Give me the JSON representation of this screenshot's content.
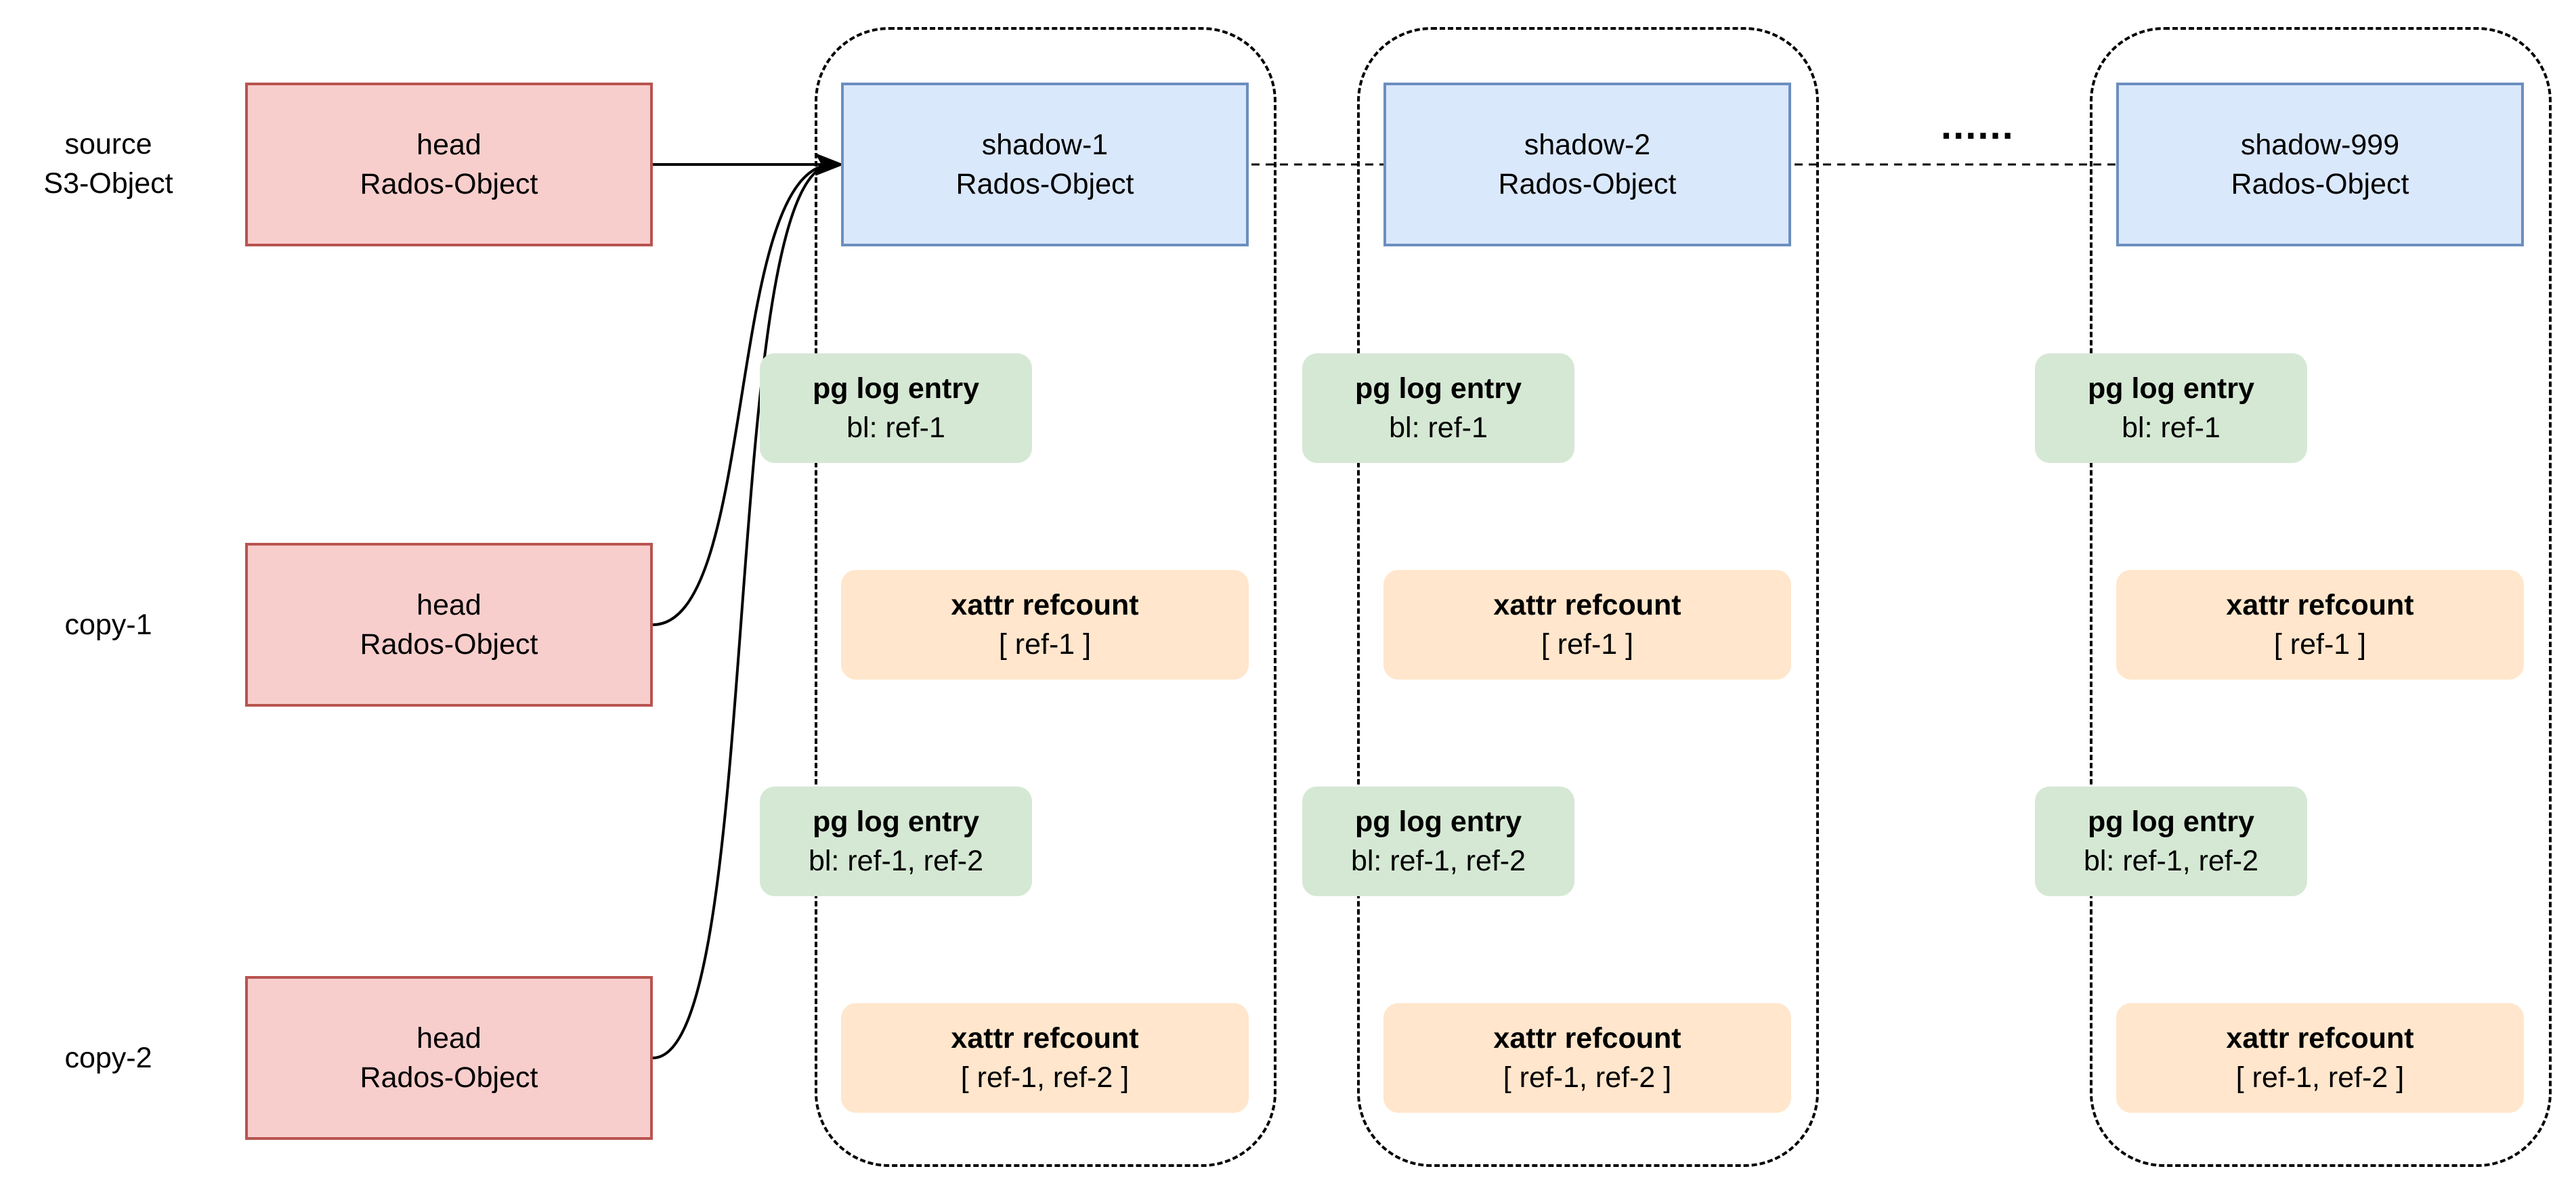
{
  "rows": {
    "source": {
      "label": "source\nS3-Object"
    },
    "copy1": {
      "label": "copy-1"
    },
    "copy2": {
      "label": "copy-2"
    }
  },
  "heads": [
    {
      "line1": "head",
      "line2": "Rados-Object"
    },
    {
      "line1": "head",
      "line2": "Rados-Object"
    },
    {
      "line1": "head",
      "line2": "Rados-Object"
    }
  ],
  "shadows": [
    {
      "line1": "shadow-1",
      "line2": "Rados-Object",
      "pglog1": {
        "title": "pg log entry",
        "value": "bl: ref-1"
      },
      "xattr1": {
        "title": "xattr refcount",
        "value": "[ ref-1 ]"
      },
      "pglog2": {
        "title": "pg log entry",
        "value": "bl: ref-1, ref-2"
      },
      "xattr2": {
        "title": "xattr refcount",
        "value": "[ ref-1, ref-2 ]"
      }
    },
    {
      "line1": "shadow-2",
      "line2": "Rados-Object",
      "pglog1": {
        "title": "pg log entry",
        "value": "bl: ref-1"
      },
      "xattr1": {
        "title": "xattr refcount",
        "value": "[ ref-1 ]"
      },
      "pglog2": {
        "title": "pg log entry",
        "value": "bl: ref-1, ref-2"
      },
      "xattr2": {
        "title": "xattr refcount",
        "value": "[ ref-1, ref-2 ]"
      }
    },
    {
      "line1": "shadow-999",
      "line2": "Rados-Object",
      "pglog1": {
        "title": "pg log entry",
        "value": "bl: ref-1"
      },
      "xattr1": {
        "title": "xattr refcount",
        "value": "[ ref-1 ]"
      },
      "pglog2": {
        "title": "pg log entry",
        "value": "bl: ref-1, ref-2"
      },
      "xattr2": {
        "title": "xattr refcount",
        "value": "[ ref-1, ref-2 ]"
      }
    }
  ],
  "ellipsis": "......"
}
